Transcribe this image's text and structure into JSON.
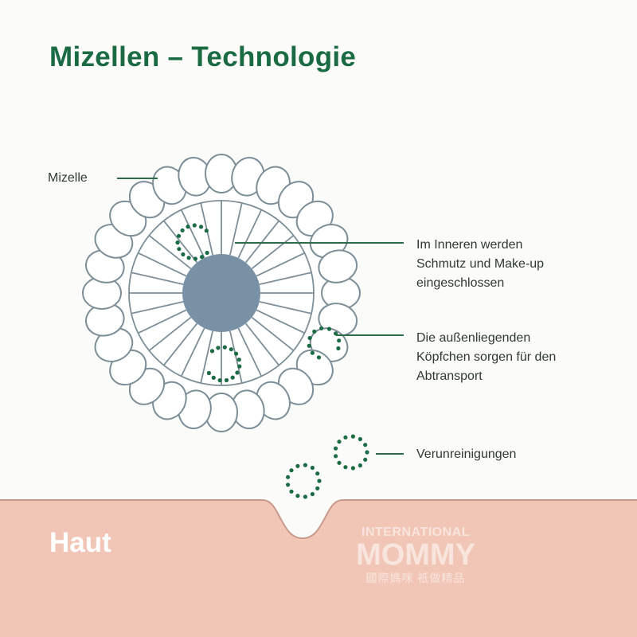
{
  "title": "Mizellen – Technologie",
  "labels": {
    "mizelle": "Mizelle",
    "inner": [
      "Im Inneren werden",
      "Schmutz und Make-up",
      "eingeschlossen"
    ],
    "heads": [
      "Die außenliegenden",
      "Köpfchen sorgen für den",
      "Abtransport"
    ],
    "impurities": "Verunreinigungen"
  },
  "skin": {
    "label": "Haut"
  },
  "watermark": {
    "line1": "INTERNATIONAL",
    "line2": "MOMMY",
    "line3": "國際媽咪 祇做精品"
  },
  "colors": {
    "title_green": "#1a6b43",
    "dot_green": "#1b6b45",
    "outline": "#7d8e99",
    "core": "#7891a4",
    "skin_fill": "#f1c6b6",
    "skin_edge": "#c99a8a",
    "background": "#fbfbfa"
  }
}
